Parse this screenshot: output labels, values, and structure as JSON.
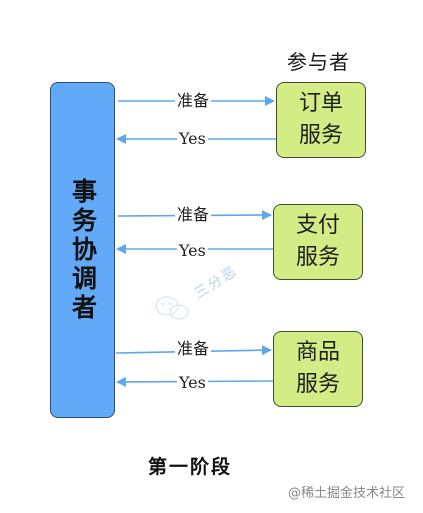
{
  "participants_label": "参与者",
  "coordinator": {
    "label": "事务协调者"
  },
  "services": [
    {
      "line1": "订单",
      "line2": "服务"
    },
    {
      "line1": "支付",
      "line2": "服务"
    },
    {
      "line1": "商品",
      "line2": "服务"
    }
  ],
  "messages": [
    {
      "request": "准备",
      "response": "Yes"
    },
    {
      "request": "准备",
      "response": "Yes"
    },
    {
      "request": "准备",
      "response": "Yes"
    }
  ],
  "phase_label": "第一阶段",
  "watermark_text": "三分恶",
  "footer": "@稀土掘金技术社区",
  "colors": {
    "coordinator_fill": "#62aaf7",
    "service_fill": "#d3ec85",
    "arrow": "#5ea7f0"
  }
}
